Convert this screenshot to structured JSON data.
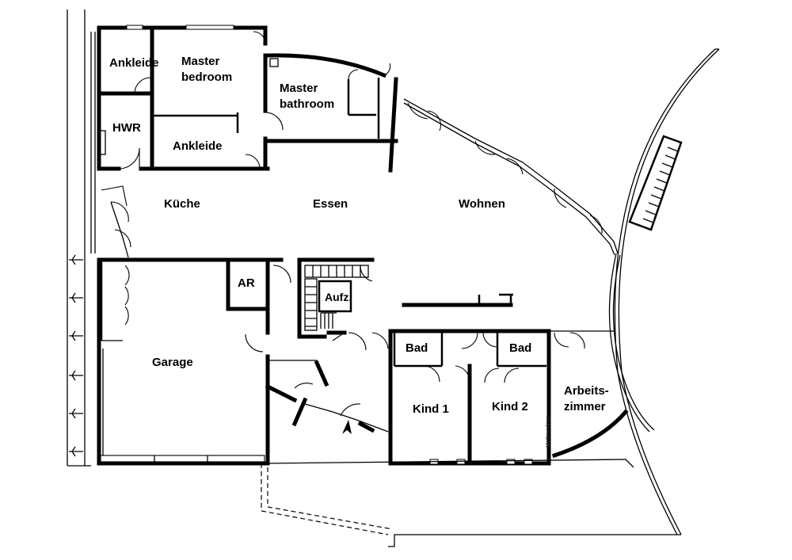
{
  "rooms": {
    "ankleide_top": "Ankleide",
    "master_bedroom_1": "Master",
    "master_bedroom_2": "bedroom",
    "master_bathroom_1": "Master",
    "master_bathroom_2": "bathroom",
    "hwr": "HWR",
    "ankleide_bottom": "Ankleide",
    "kueche": "Küche",
    "essen": "Essen",
    "wohnen": "Wohnen",
    "ar": "AR",
    "aufz": "Aufz.",
    "garage": "Garage",
    "bad_1": "Bad",
    "bad_2": "Bad",
    "kind_1": "Kind 1",
    "kind_2": "Kind 2",
    "arbeitszimmer_1": "Arbeits-",
    "arbeitszimmer_2": "zimmer"
  },
  "watermark": "McGrundriss"
}
